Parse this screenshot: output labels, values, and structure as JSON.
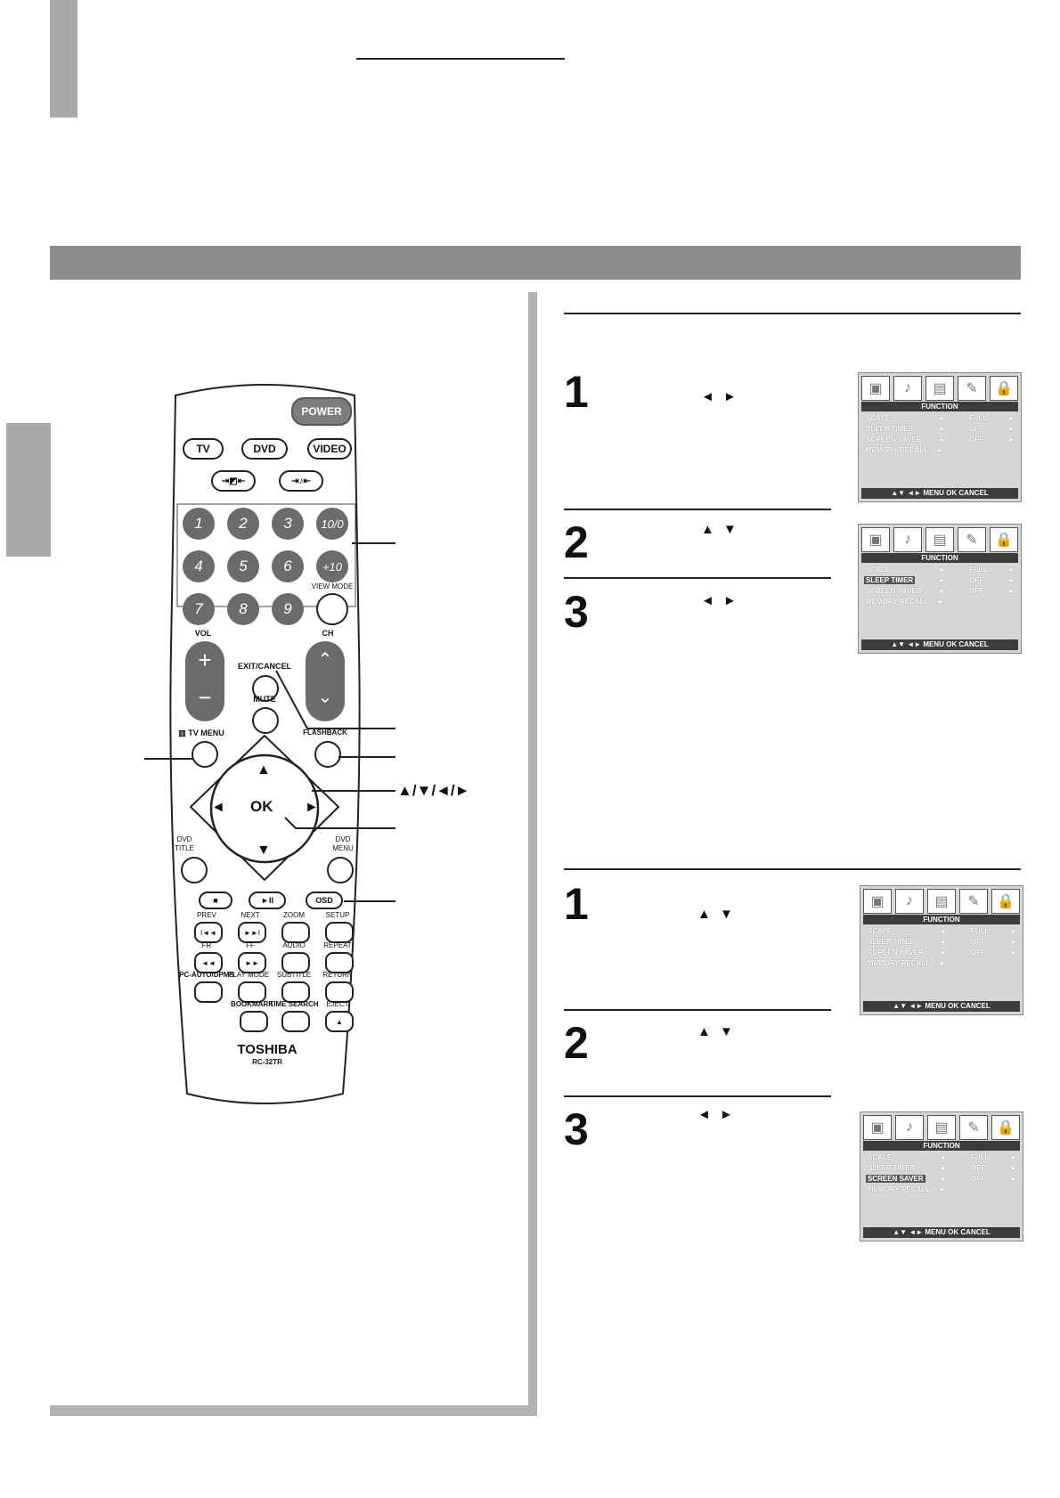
{
  "remote": {
    "power": "POWER",
    "tv": "TV",
    "dvd": "DVD",
    "video": "VIDEO",
    "picture_mode_icon": "picture-mode-icon",
    "sound_mode_icon": "sound-mode-icon",
    "numbers": [
      "1",
      "2",
      "3",
      "10/0",
      "4",
      "5",
      "6",
      "+10",
      "7",
      "8",
      "9"
    ],
    "view_mode": "VIEW MODE",
    "vol": "VOL",
    "ch": "CH",
    "exit_cancel": "EXIT/CANCEL",
    "mute": "MUTE",
    "tv_menu": "TV MENU",
    "flashback": "FLASHBACK",
    "ok": "OK",
    "dvd_title": "DVD\nTITLE",
    "dvd_menu": "DVD\nMENU",
    "stop": "■",
    "play_pause": "►II",
    "osd": "OSD",
    "row1_labels": [
      "PREV",
      "NEXT",
      "ZOOM",
      "SETUP"
    ],
    "row1_glyphs": [
      "I◄◄",
      "►►I",
      "",
      ""
    ],
    "row2_labels": [
      "FR",
      "FF",
      "AUDIO",
      "REPEAT"
    ],
    "row2_glyphs": [
      "◄◄",
      "►►",
      "",
      ""
    ],
    "row3_labels": [
      "PC-AUTO/DPMS",
      "PLAY MODE",
      "SUBTITLE",
      "RETURN"
    ],
    "row4_labels": [
      "BOOKMARK",
      "TIME SEARCH",
      "EJECT"
    ],
    "eject_glyph": "▲",
    "brand": "TOSHIBA",
    "model": "RC-32TR"
  },
  "callouts": {
    "arrows_label": "▲/▼/◄/►"
  },
  "procedure_a": {
    "steps": [
      {
        "num": "1",
        "arrows": "◄ ►"
      },
      {
        "num": "2",
        "arrows": "▲ ▼"
      },
      {
        "num": "3",
        "arrows": "◄ ►"
      }
    ]
  },
  "procedure_b": {
    "steps": [
      {
        "num": "1",
        "arrows": "▲ ▼"
      },
      {
        "num": "2",
        "arrows": "▲ ▼"
      },
      {
        "num": "3",
        "arrows": "◄ ►"
      }
    ]
  },
  "menu": {
    "header": "FUNCTION",
    "rows": [
      {
        "label": "SCALE",
        "value": "FULL"
      },
      {
        "label": "SLEEP TIMER",
        "value": "OFF"
      },
      {
        "label": "SCREEN SAVER",
        "value": "OFF"
      },
      {
        "label": "MEMORY RECALL",
        "value": ""
      }
    ],
    "footer": "▲▼ ◄► MENU OK CANCEL",
    "left_arrow": "◄",
    "right_arrow": "►",
    "icons": [
      "picture-icon",
      "music-icon",
      "function-icon",
      "wrench-icon",
      "lock-icon"
    ]
  }
}
